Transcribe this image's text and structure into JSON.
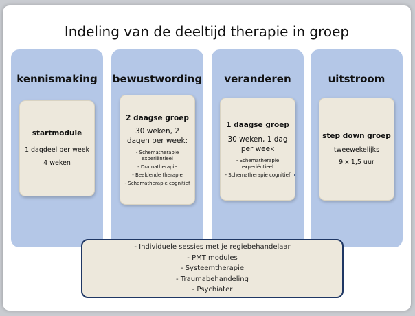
{
  "title": "Indeling van de deeltijd therapie in groep",
  "phases": [
    {
      "name": "kennismaking",
      "card": {
        "heading": "startmodule",
        "lines": [
          "1 dagdeel per week",
          "4 weken"
        ],
        "items": []
      }
    },
    {
      "name": "bewustwording",
      "card": {
        "heading": "2 daagse groep",
        "lines": [
          "30 weken, 2 dagen per week:"
        ],
        "items": [
          "- Schematherapie experiëntieel",
          "- Dramatherapie",
          "- Beeldende therapie",
          "- Schematherapie cognitief"
        ]
      }
    },
    {
      "name": "veranderen",
      "card": {
        "heading": "1 daagse groep",
        "lines": [
          "30 weken, 1 dag per week"
        ],
        "items": [
          "- Schematherapie experiëntieel",
          "- Schematherapie cognitief"
        ]
      }
    },
    {
      "name": "uitstroom",
      "card": {
        "heading": "step down groep",
        "lines": [
          "tweewekelijks",
          "9 x 1,5 uur"
        ],
        "items": []
      }
    }
  ],
  "bottom_items": [
    "- Individuele sessies met je regiebehandelaar",
    "- PMT modules",
    "- Systeemtherapie",
    "- Traumabehandeling",
    "- Psychiater"
  ],
  "colors": {
    "phase_fill": "#b4c7e7",
    "card_fill": "#ede8dc",
    "bottom_border": "#1f3764"
  }
}
